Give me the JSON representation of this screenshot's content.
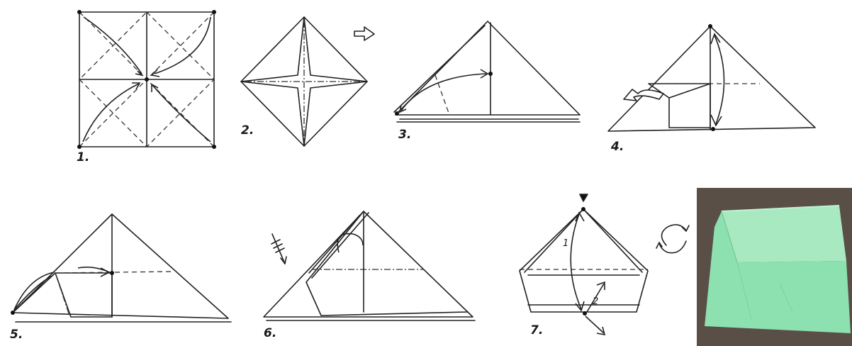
{
  "steps": [
    {
      "label": "1."
    },
    {
      "label": "2."
    },
    {
      "label": "3."
    },
    {
      "label": "4."
    },
    {
      "label": "5."
    },
    {
      "label": "6."
    },
    {
      "label": "7."
    }
  ],
  "step7_sub": [
    "1",
    "2"
  ],
  "photo": {
    "box_color": "#8de0b0",
    "box_inner_color": "#a9e9c2",
    "background_color": "#5a4f47"
  },
  "icons": [
    "turn-over-arrow-icon",
    "fold-arrow-icon",
    "rotate-model-icon",
    "push-in-arrow-icon",
    "repeat-behind-icon"
  ]
}
